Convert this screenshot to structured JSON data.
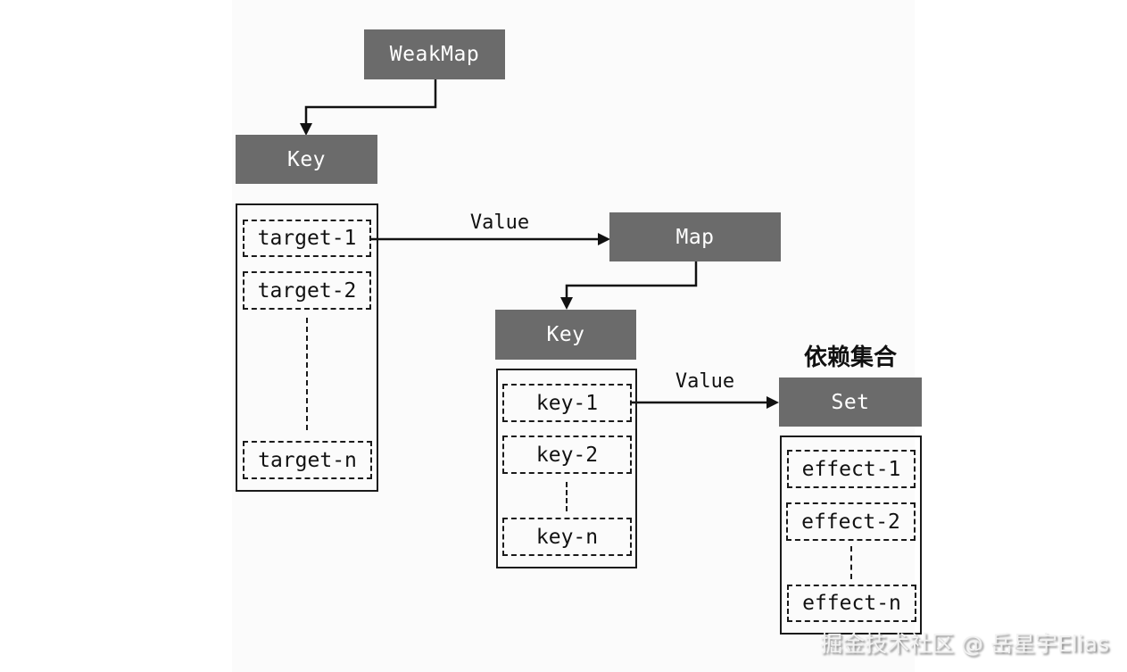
{
  "colors": {
    "node_fill": "#6b6b6b",
    "node_text": "#ffffff",
    "line": "#111111",
    "background": "#ffffff"
  },
  "nodes": {
    "weakmap": {
      "label": "WeakMap"
    },
    "key_top": {
      "label": "Key"
    },
    "map": {
      "label": "Map"
    },
    "key_mid": {
      "label": "Key"
    },
    "set": {
      "label": "Set"
    }
  },
  "lists": {
    "targets": {
      "items": [
        "target-1",
        "target-2",
        "target-n"
      ]
    },
    "keys": {
      "items": [
        "key-1",
        "key-2",
        "key-n"
      ]
    },
    "effects": {
      "items": [
        "effect-1",
        "effect-2",
        "effect-n"
      ]
    }
  },
  "edges": {
    "weakmap_value_label": "Value",
    "map_value_label": "Value"
  },
  "annotations": {
    "set_caption": "依赖集合",
    "watermark": "掘金技术社区 @ 岳星宇Elias"
  }
}
